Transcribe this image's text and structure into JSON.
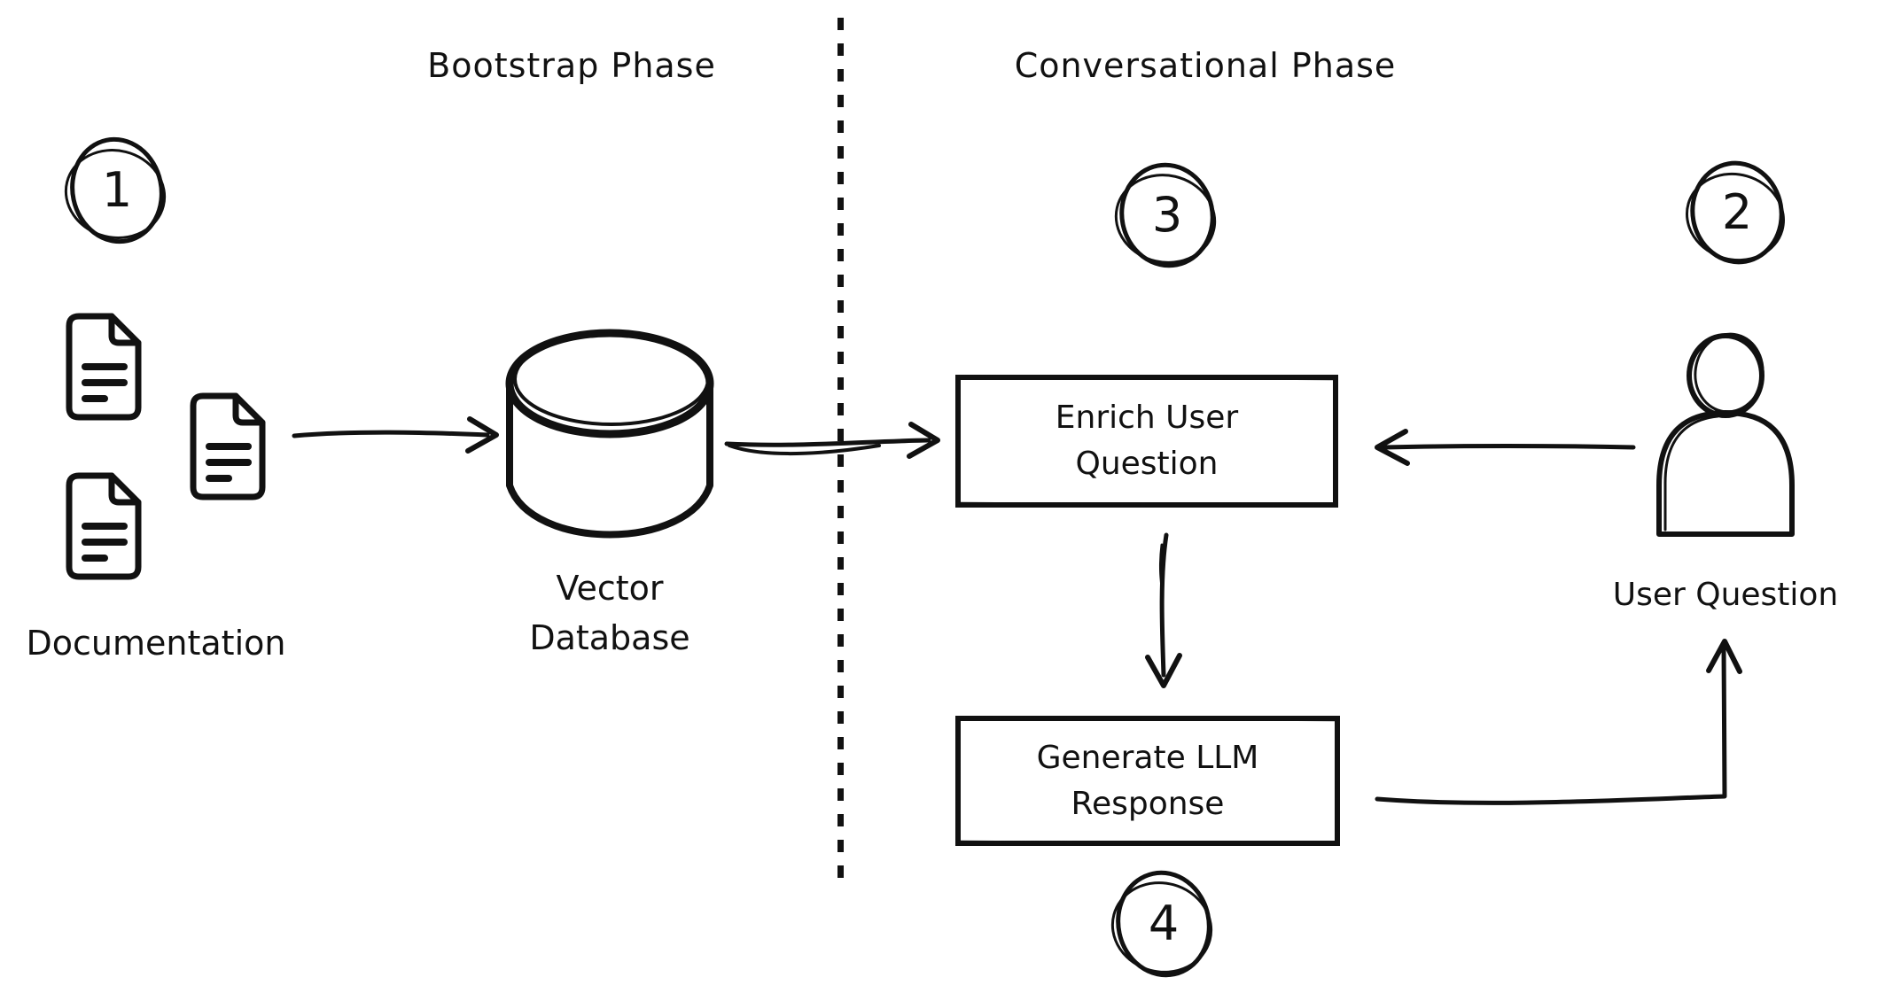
{
  "diagram": {
    "titles": {
      "bootstrap": "Bootstrap Phase",
      "conversational": "Conversational Phase"
    },
    "badges": [
      {
        "label": "1"
      },
      {
        "label": "2"
      },
      {
        "label": "3"
      },
      {
        "label": "4"
      }
    ],
    "nodes": {
      "documentation": "Documentation",
      "vector_db_line1": "Vector",
      "vector_db_line2": "Database",
      "enrich_line1": "Enrich User",
      "enrich_line2": "Question",
      "generate_line1": "Generate LLM",
      "generate_line2": "Response",
      "user_question": "User Question"
    },
    "colors": {
      "ink": "#111111",
      "background": "#ffffff"
    }
  }
}
